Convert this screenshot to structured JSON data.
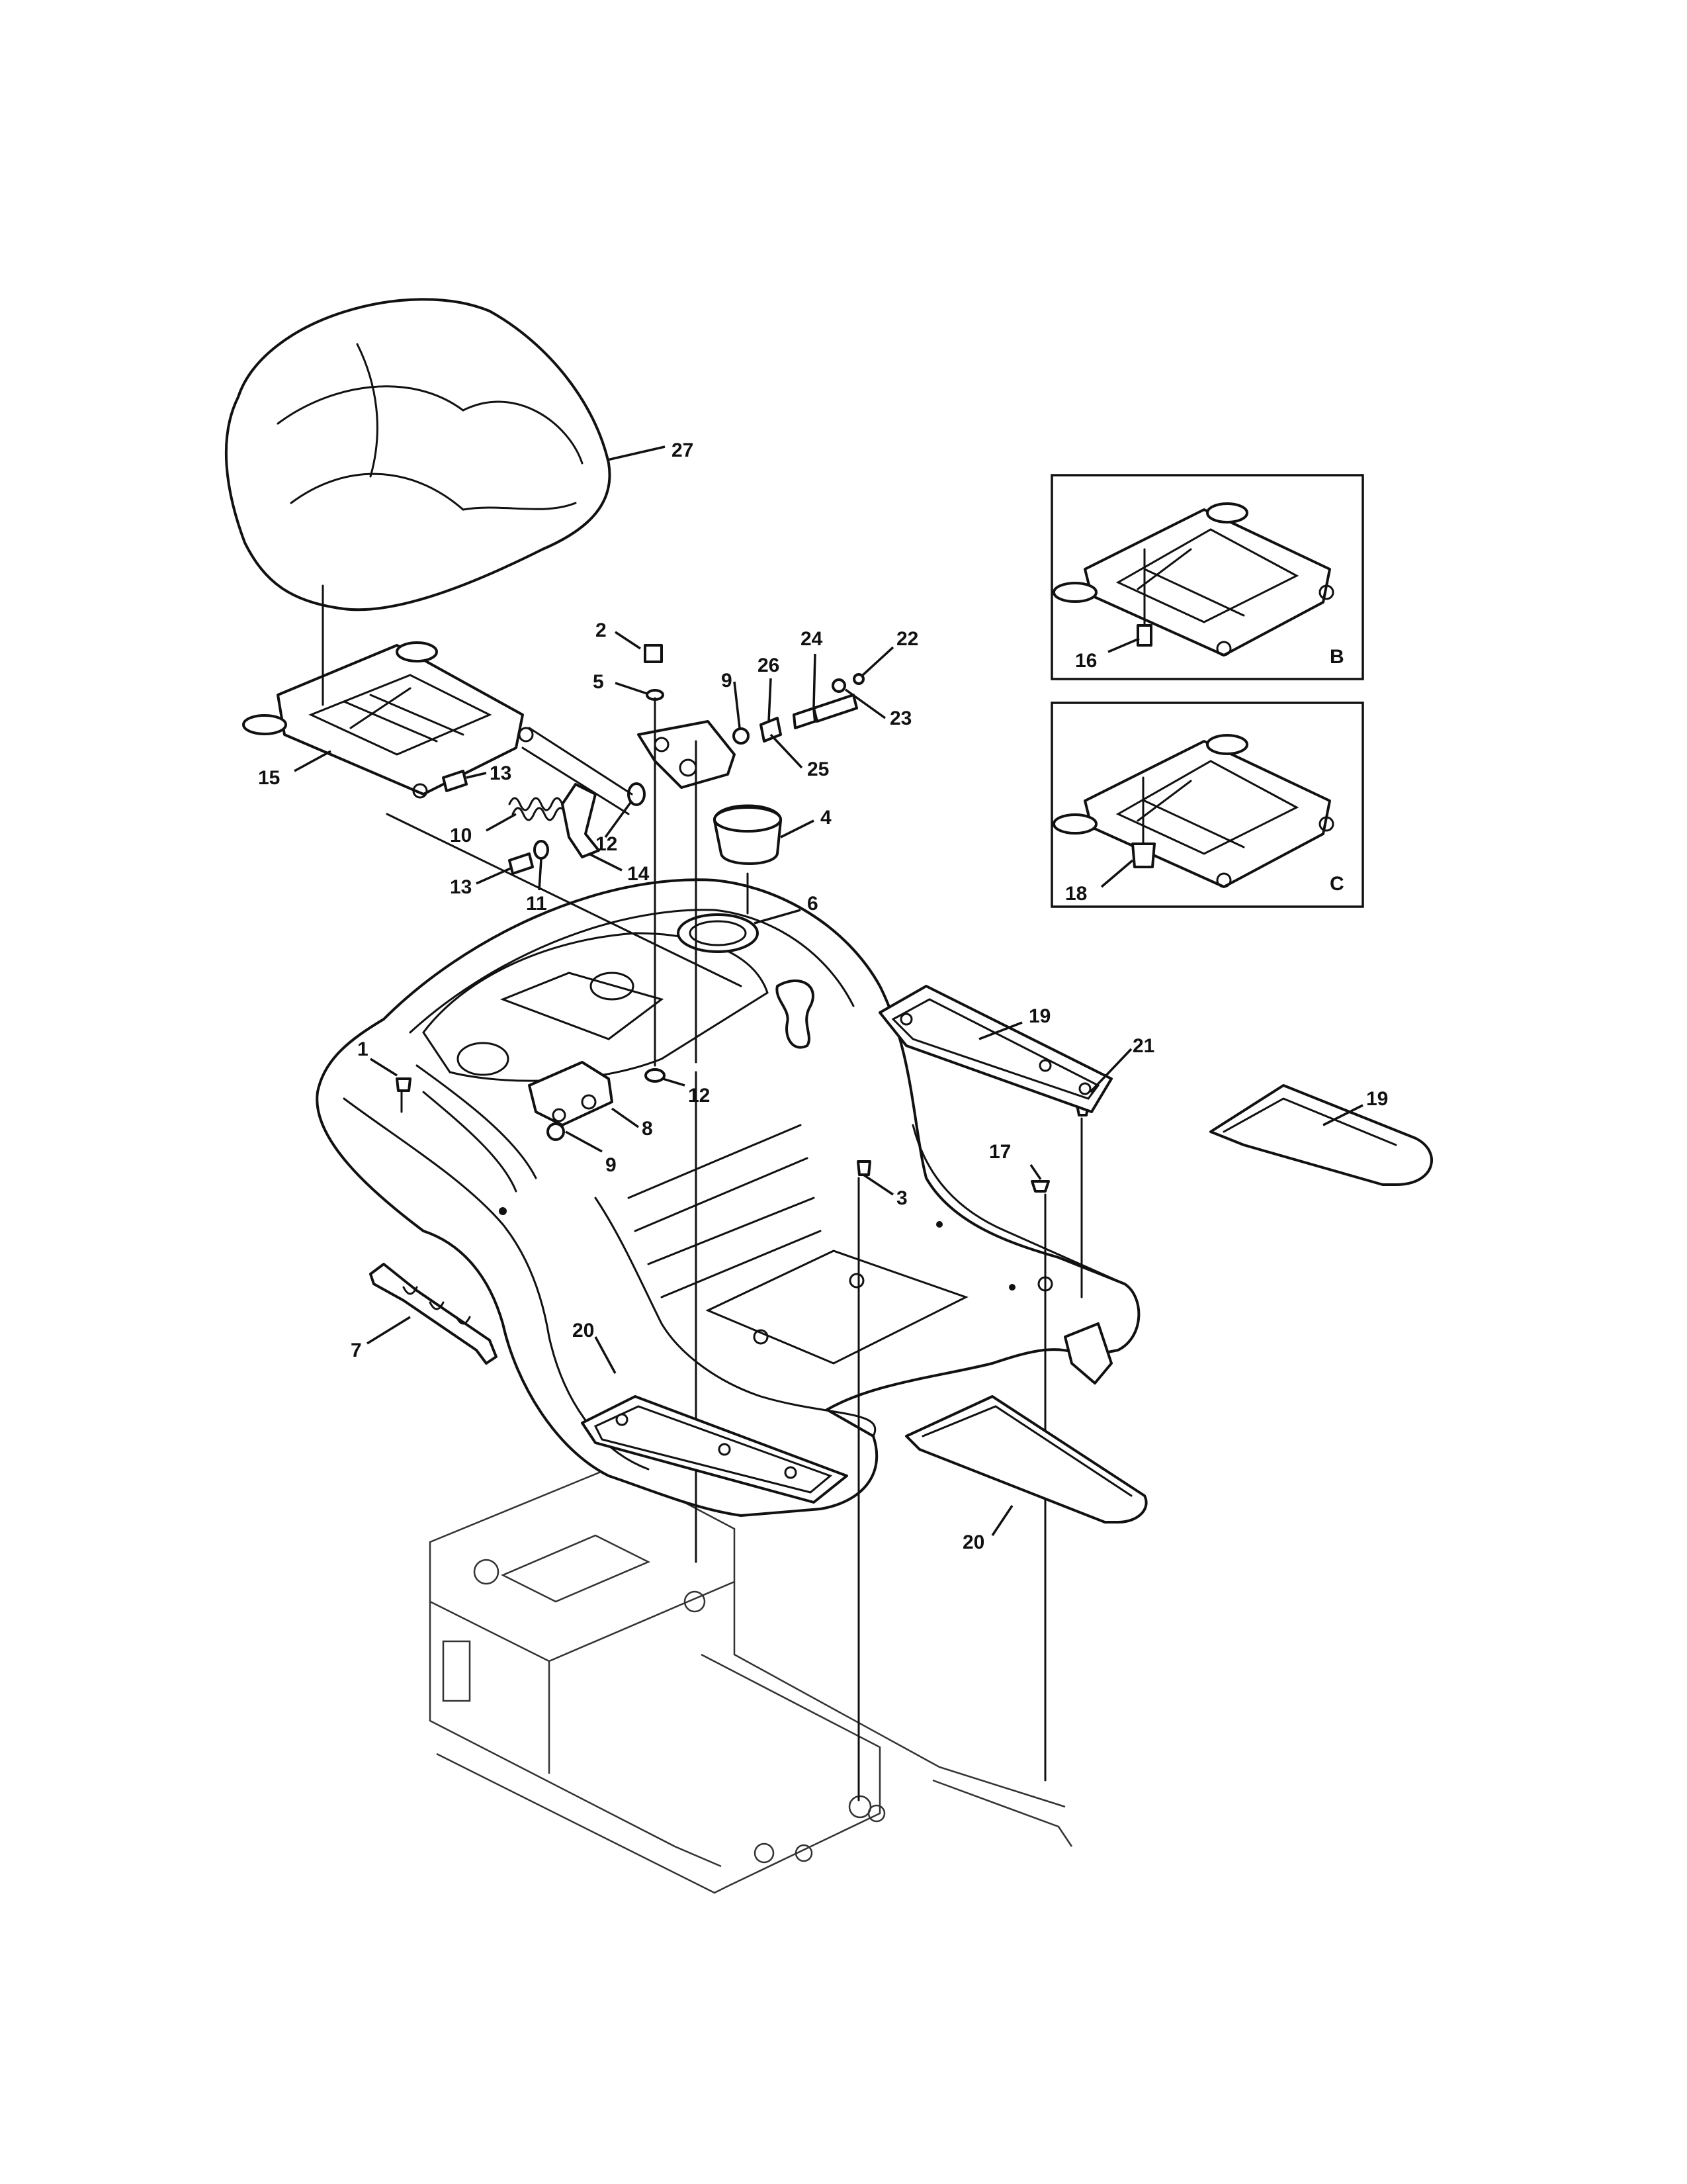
{
  "diagram": {
    "callouts": {
      "c1": "1",
      "c2": "2",
      "c3": "3",
      "c4": "4",
      "c5": "5",
      "c6": "6",
      "c7": "7",
      "c8": "8",
      "c9a": "9",
      "c9b": "9",
      "c10": "10",
      "c11": "11",
      "c12a": "12",
      "c12b": "12",
      "c13a": "13",
      "c13b": "13",
      "c14": "14",
      "c15": "15",
      "c16": "16",
      "c17": "17",
      "c18": "18",
      "c19a": "19",
      "c19b": "19",
      "c20a": "20",
      "c20b": "20",
      "c21": "21",
      "c22": "22",
      "c23": "23",
      "c24": "24",
      "c25": "25",
      "c26": "26",
      "c27": "27"
    },
    "insets": {
      "b_label": "B",
      "c_label": "C"
    }
  }
}
